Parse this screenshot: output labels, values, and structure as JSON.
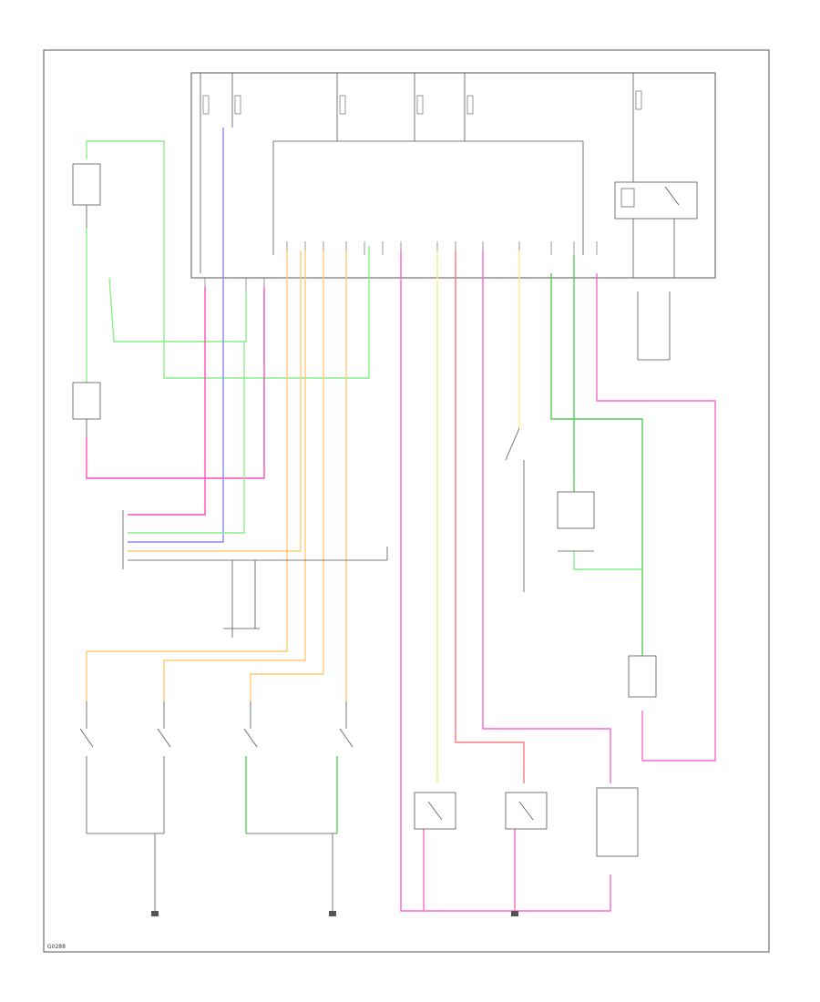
{
  "title": "",
  "figure_id": "G0288",
  "wire_colors": {
    "pink": "#ff66cc",
    "magenta": "#ff4fb8",
    "green": "#88ee88",
    "green_dark": "#55cc55",
    "blue": "#8888ff",
    "orange": "#ffcc77",
    "yellow": "#ffee88",
    "red": "#ff7777",
    "black": "#333333"
  },
  "components": [
    {
      "id": "body_control_module",
      "label": ""
    },
    {
      "id": "relay_box_right",
      "label": ""
    },
    {
      "id": "left_door_switch",
      "label": ""
    },
    {
      "id": "left_door_switch_2",
      "label": ""
    },
    {
      "id": "connector_block",
      "label": ""
    },
    {
      "id": "driver_door_switch",
      "label": ""
    },
    {
      "id": "left_rear_door_switch",
      "label": ""
    },
    {
      "id": "passenger_door_switch",
      "label": ""
    },
    {
      "id": "right_rear_door_switch",
      "label": ""
    },
    {
      "id": "tailgate_switch_1",
      "label": ""
    },
    {
      "id": "tailgate_switch_2",
      "label": ""
    },
    {
      "id": "tailgate_switch_3",
      "label": ""
    },
    {
      "id": "hood_switch",
      "label": ""
    },
    {
      "id": "right_door_switch",
      "label": ""
    },
    {
      "id": "right_door_switch_2",
      "label": ""
    }
  ],
  "grounds": [
    {
      "id": "ground_left",
      "label": ""
    },
    {
      "id": "ground_center",
      "label": ""
    },
    {
      "id": "ground_right",
      "label": ""
    }
  ]
}
